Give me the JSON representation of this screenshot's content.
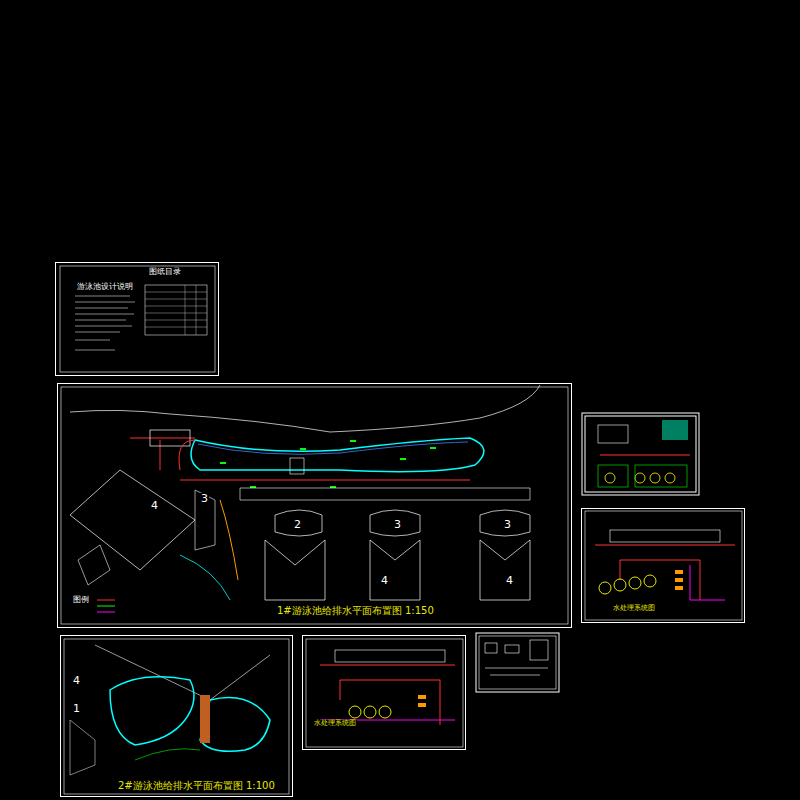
{
  "diagram": {
    "nodes": [
      {
        "text": [
          "游泳池设计说明",
          "图纸目录"
        ]
      },
      {
        "text": [
          "1#游泳池给排水平面布置图 1:150"
        ]
      },
      {
        "text": [
          "水处理系统图"
        ]
      },
      {
        "text": [
          "2#游泳池给排水平面布置图 1:100"
        ]
      },
      {
        "text": [
          "水处理系统图"
        ]
      }
    ],
    "labels": [
      "4",
      "3",
      "2",
      "3",
      "3",
      "4",
      "4",
      "4",
      "1",
      "图例"
    ]
  }
}
